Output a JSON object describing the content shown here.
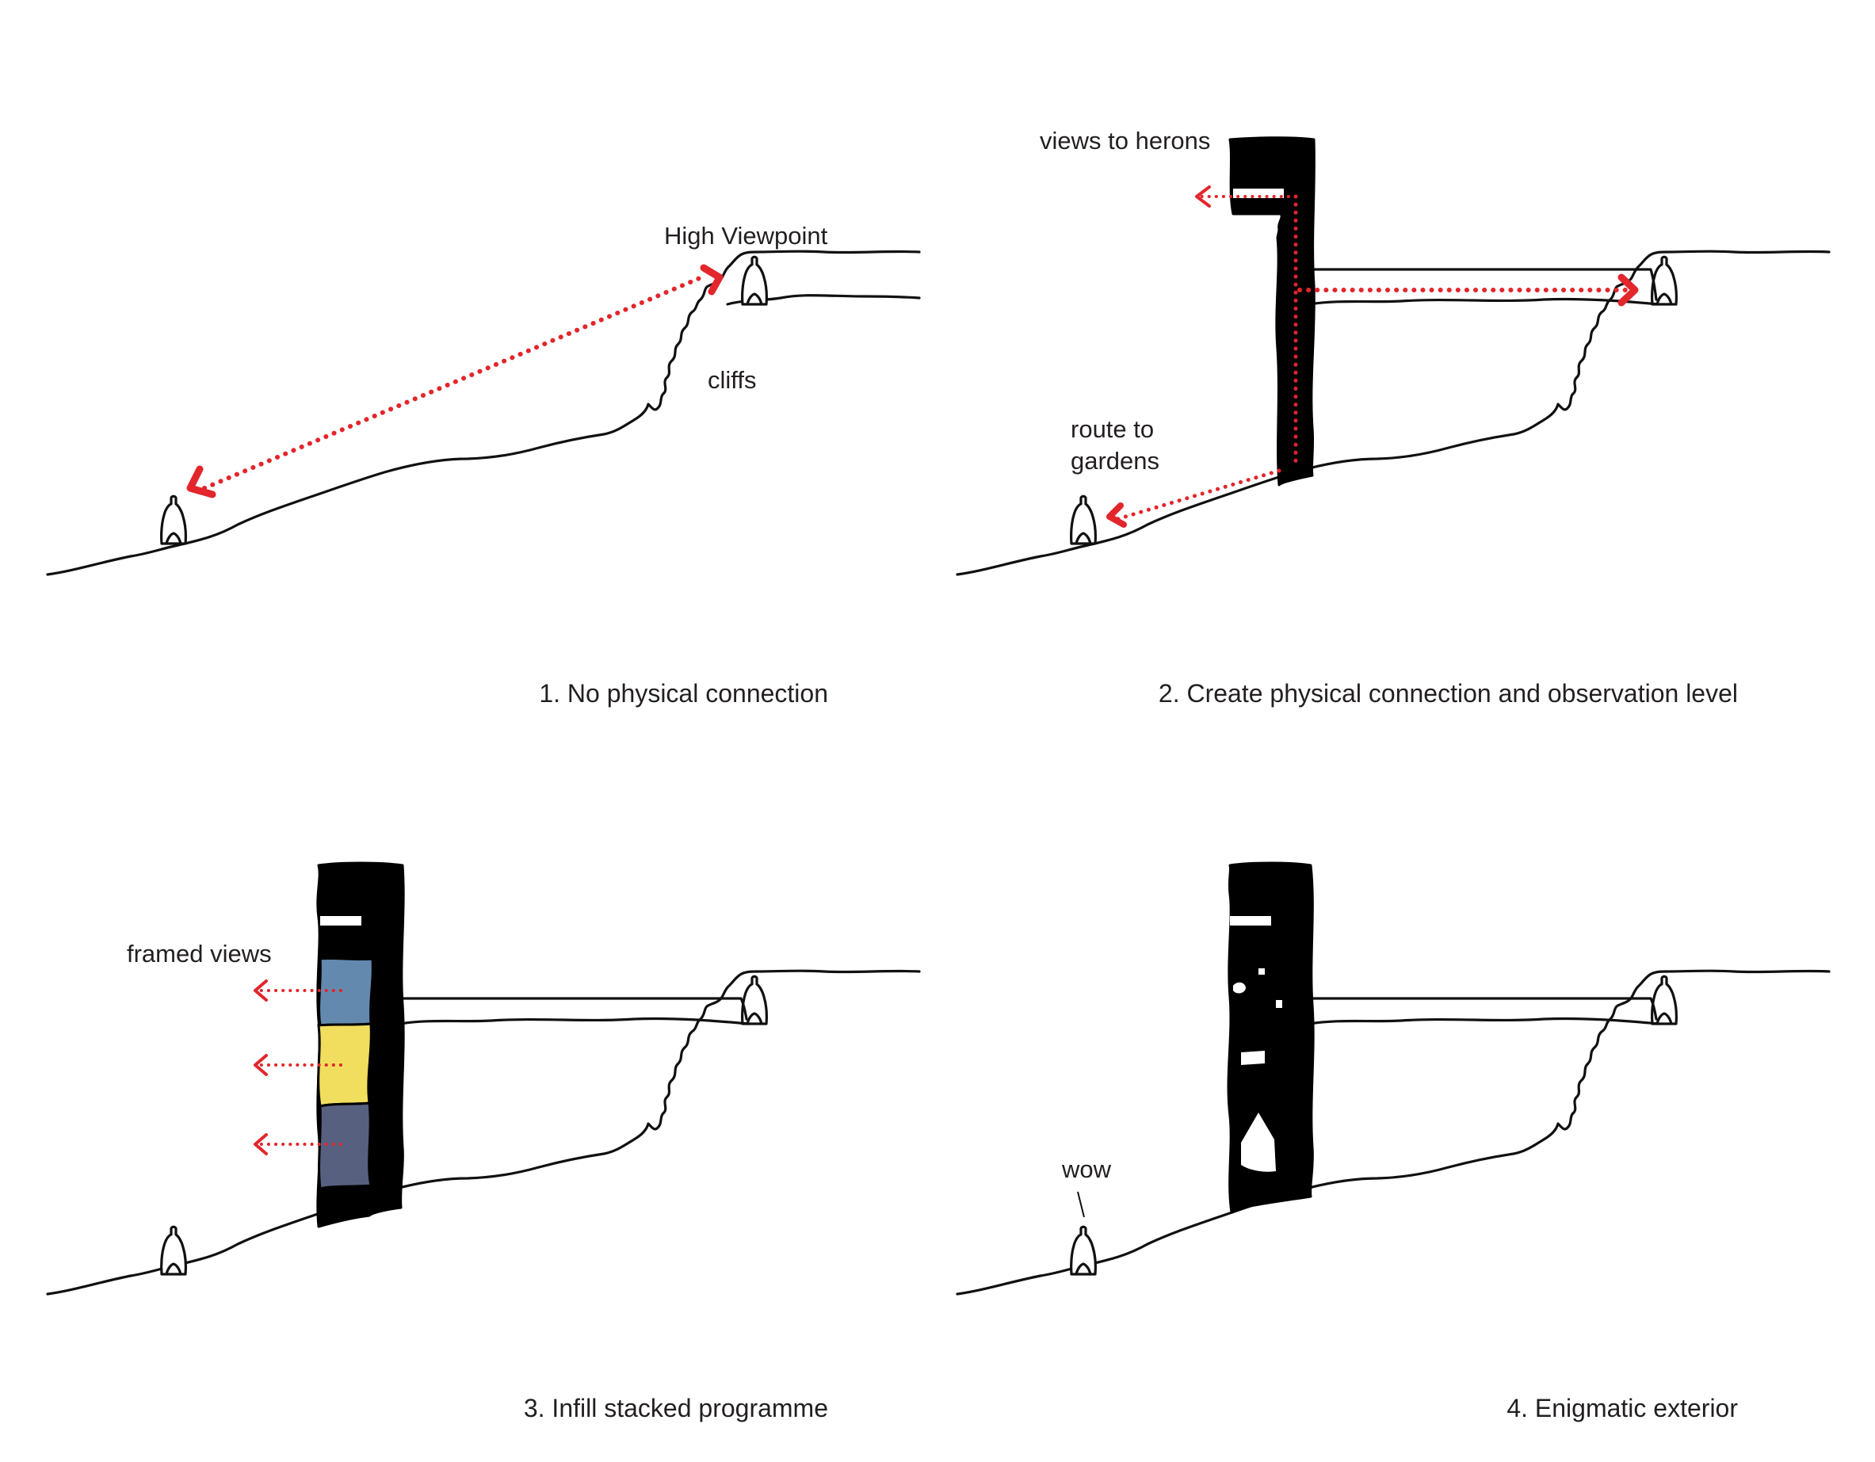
{
  "accent_color": "#e2262c",
  "infill_colors": {
    "top": "#6489ae",
    "middle": "#f1dd5e",
    "bottom": "#57607f"
  },
  "panels": [
    {
      "labels": {
        "high_viewpoint": "High Viewpoint",
        "cliffs": "cliffs"
      },
      "caption": "1. No physical connection"
    },
    {
      "labels": {
        "views_to_herons": "views to herons",
        "route_to_line1": "route to",
        "route_to_line2": "gardens"
      },
      "caption": "2. Create physical connection and observation level"
    },
    {
      "labels": {
        "framed_views": "framed views"
      },
      "caption": "3. Infill stacked programme"
    },
    {
      "labels": {
        "wow": "wow"
      },
      "caption": "4. Enigmatic exterior"
    }
  ]
}
